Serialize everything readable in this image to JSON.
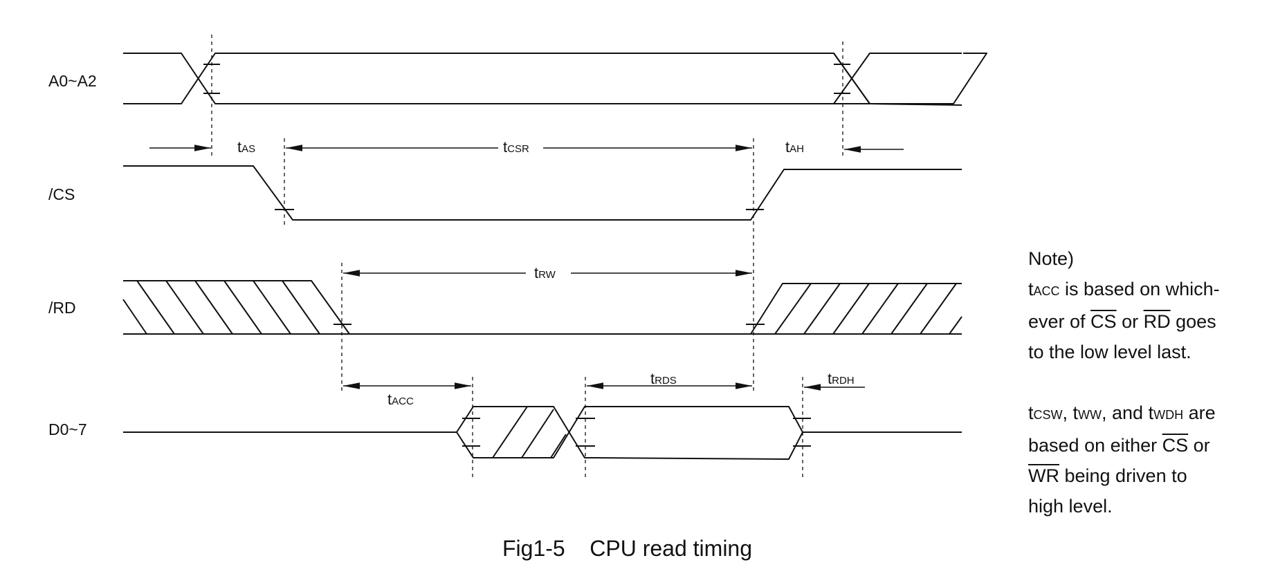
{
  "signals": [
    "A0~A2",
    "/CS",
    "/RD",
    "D0~7"
  ],
  "params": {
    "tas": {
      "t": "t",
      "sub": "AS"
    },
    "tcsr": {
      "t": "t",
      "sub": "CSR"
    },
    "tah": {
      "t": "t",
      "sub": "AH"
    },
    "trw": {
      "t": "t",
      "sub": "RW"
    },
    "tacc": {
      "t": "t",
      "sub": "ACC"
    },
    "trds": {
      "t": "t",
      "sub": "RDS"
    },
    "trdh": {
      "t": "t",
      "sub": "RDH"
    }
  },
  "caption": "Fig1-5    CPU read timing",
  "notes": {
    "title": "Note)",
    "line1_t": "t",
    "line1_sub": "ACC",
    "line1_rest": " is based on which-",
    "line2_a": "ever of ",
    "line2_cs": "CS",
    "line2_b": " or ",
    "line2_rd": "RD",
    "line2_c": " goes",
    "line3": "to the low level last.",
    "p2_t1": "t",
    "p2_s1": "CSW",
    "p2_a": ", t",
    "p2_s2": "WW",
    "p2_b": ", and t",
    "p2_s3": "WDH",
    "p2_c": " are",
    "p2_l2a": "based on either ",
    "p2_l2cs": "CS",
    "p2_l2b": " or",
    "p2_l3wr": "WR",
    "p2_l3b": " being driven to",
    "p2_l4": "high level."
  }
}
